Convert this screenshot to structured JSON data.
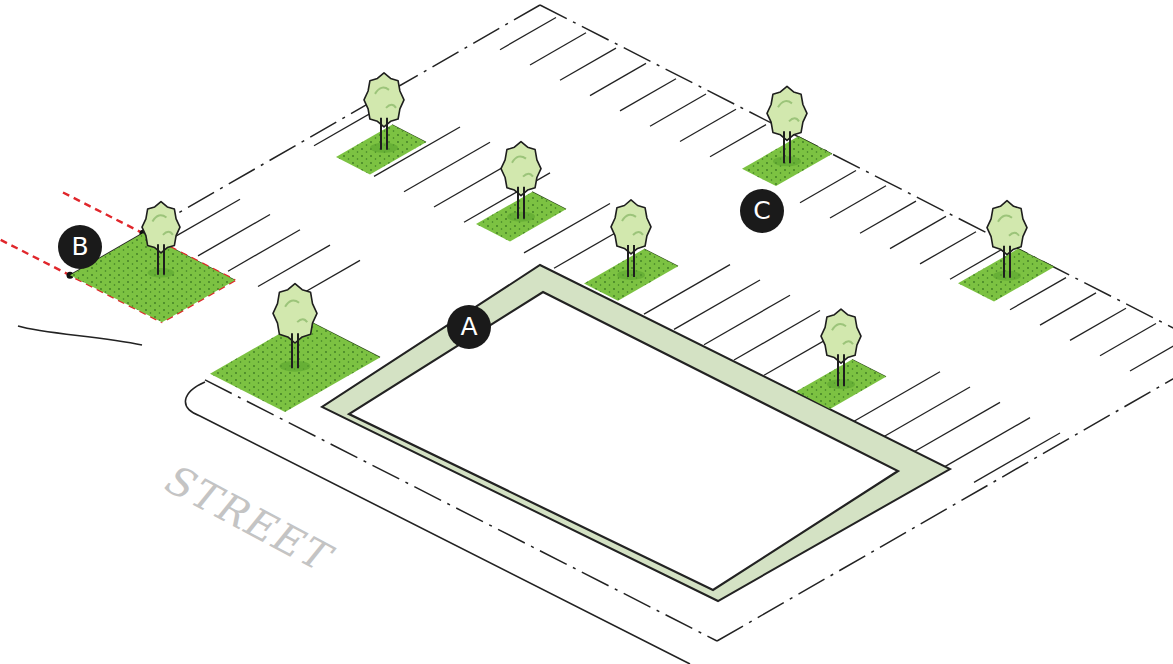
{
  "diagram": {
    "labels": [
      "B",
      "A",
      "C",
      "STREET"
    ]
  }
}
